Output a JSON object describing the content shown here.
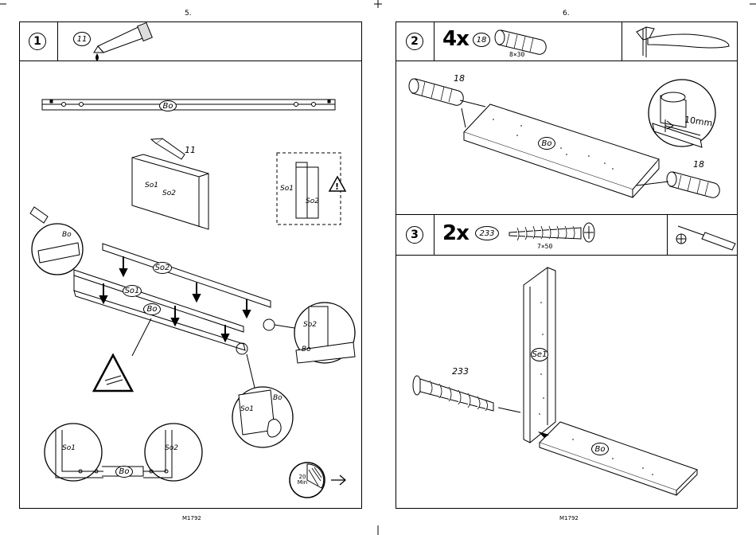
{
  "pages": [
    {
      "number": "5.",
      "footer": "M1792"
    },
    {
      "number": "6.",
      "footer": "M1792"
    }
  ],
  "steps": [
    {
      "number": "1",
      "part": "11",
      "labels": {
        "bo_top": "Bo",
        "glue_part": "11",
        "so1_board": "So1",
        "so2_board": "So2",
        "inset_so1": "So1",
        "inset_so2": "So2",
        "left_inset_bo": "Bo",
        "so2_oval": "So2",
        "so1_oval": "So1",
        "bo_oval": "Bo",
        "right_inset_so2": "So2",
        "right_inset_bo": "Bo",
        "lower_inset_bo": "Bo",
        "lower_inset_so1": "So1",
        "corner_so1": "So1",
        "corner_so2": "So2",
        "corner_bo": "Bo",
        "timer": "20 Min"
      }
    },
    {
      "number": "2",
      "quantity": "4x",
      "part": "18",
      "size": "8×30",
      "labels": {
        "dowel_left": "18",
        "dowel_right": "18",
        "bo_oval": "Bo",
        "measure": "10mm"
      }
    },
    {
      "number": "3",
      "quantity": "2x",
      "part": "233",
      "size": "7×50",
      "labels": {
        "screw_part": "233",
        "se1_oval": "Se1",
        "bo_oval": "Bo"
      }
    }
  ],
  "icons": {
    "glue": "glue-tube-icon",
    "dowel": "wooden-dowel-icon",
    "hammer": "hammer-icon",
    "screw": "screw-icon",
    "screwdriver": "screwdriver-icon",
    "warning": "warning-triangle-icon",
    "timer": "timer-icon",
    "arrow": "next-arrow-icon"
  }
}
